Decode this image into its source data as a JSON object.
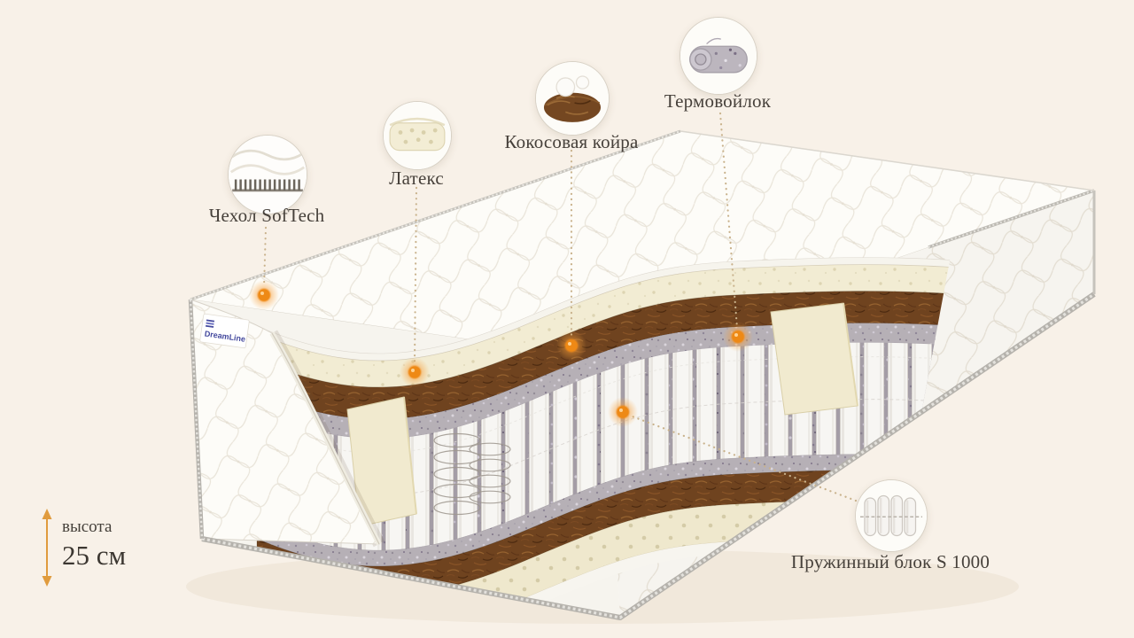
{
  "logo": {
    "text": "DreamLine"
  },
  "height_indicator": {
    "label": "высота",
    "value": "25 см"
  },
  "callouts": [
    {
      "id": "cover",
      "label": "Чехол SofTech",
      "icon": "fabric-swatch-icon"
    },
    {
      "id": "latex",
      "label": "Латекс",
      "icon": "latex-layer-icon"
    },
    {
      "id": "coir",
      "label": "Кокосовая койра",
      "icon": "coconut-coir-icon"
    },
    {
      "id": "felt",
      "label": "Термовойлок",
      "icon": "thermo-felt-icon"
    },
    {
      "id": "springs",
      "label": "Пружинный блок S 1000",
      "icon": "pocket-springs-icon"
    }
  ],
  "colors": {
    "background": "#f8f1e8",
    "accent_orange": "#ee8915",
    "text": "#46403a",
    "latex_cream": "#f2ecd3",
    "coir_brown": "#6f431f",
    "felt_gray": "#b6b0b6",
    "piping_gray": "#b5b2ac",
    "logo_blue": "#454a9e",
    "arrow_orange": "#e09b3d"
  }
}
